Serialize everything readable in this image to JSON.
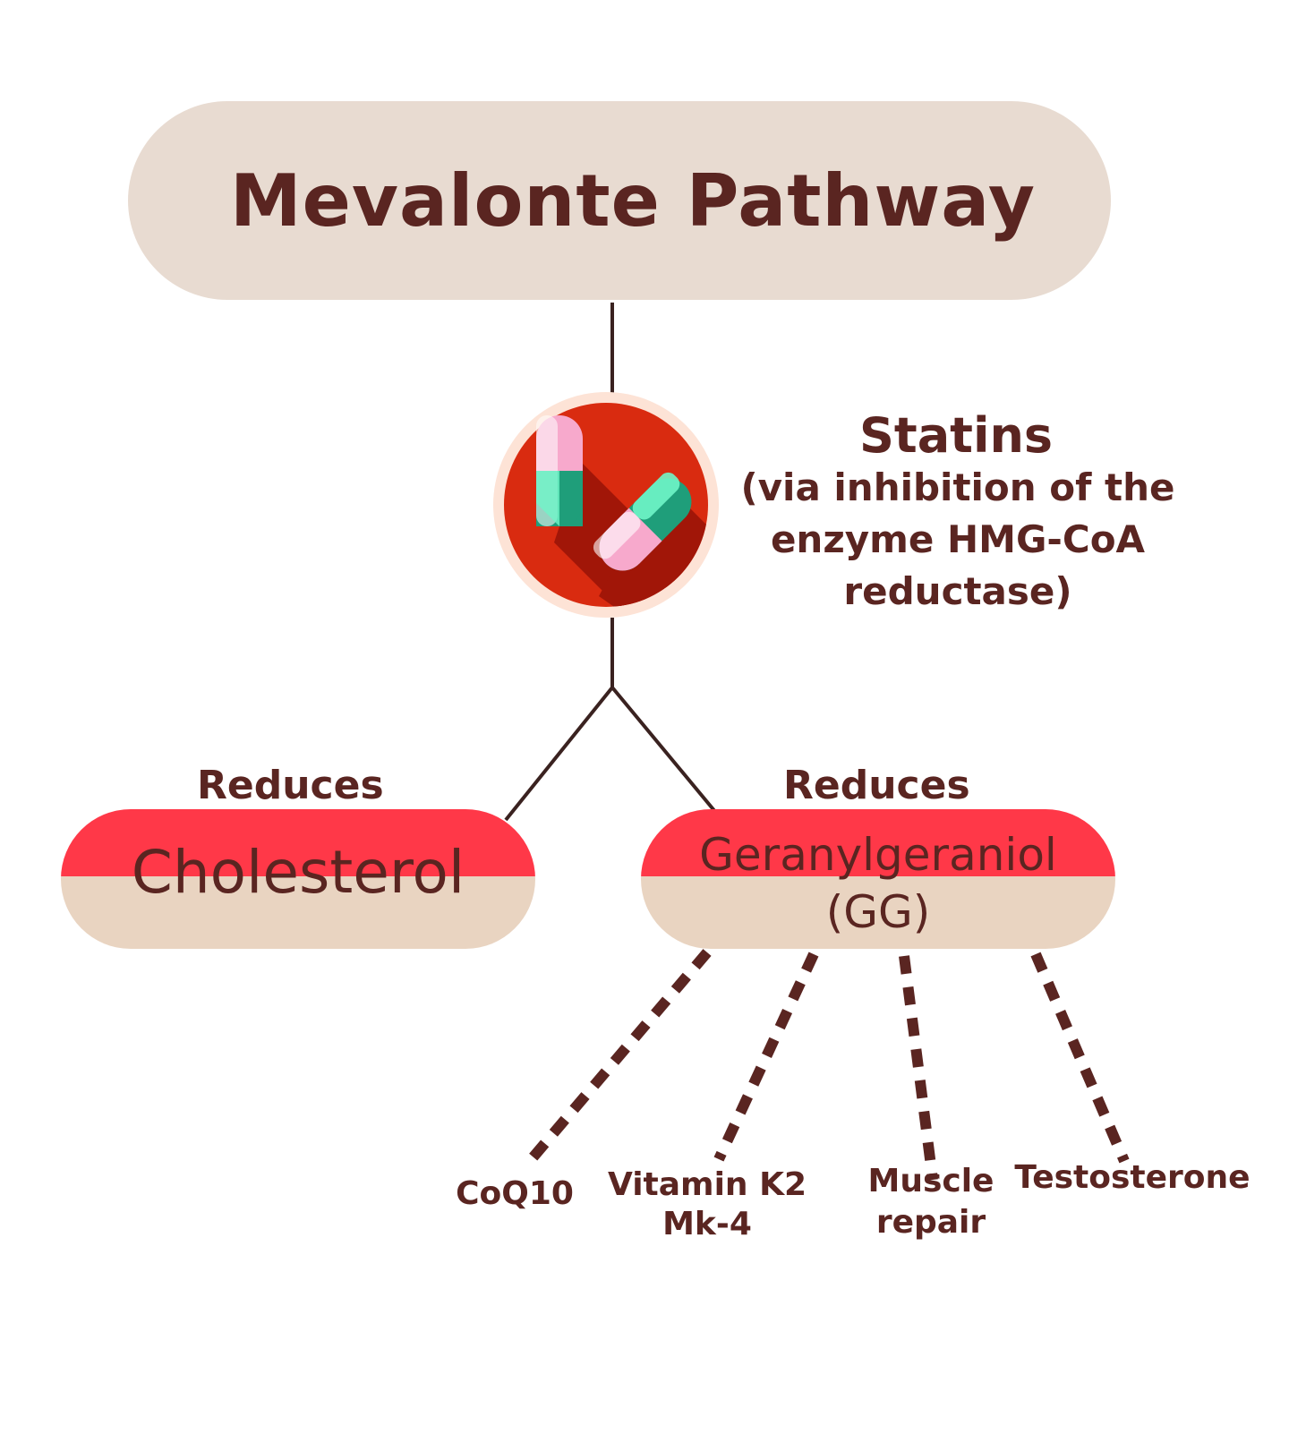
{
  "diagram": {
    "title": "Mevalonte Pathway",
    "statins": {
      "title": "Statins",
      "description_lines": [
        "(via inhibition of the",
        "enzyme HMG-CoA",
        "reductase)"
      ]
    },
    "branches": [
      {
        "effect": "Reduces",
        "target": "Cholesterol"
      },
      {
        "effect": "Reduces",
        "target_lines": [
          "Geranylgeraniol",
          "(GG)"
        ]
      }
    ],
    "gg_outcomes": [
      {
        "lines": [
          "CoQ10"
        ]
      },
      {
        "lines": [
          "Vitamin K2",
          "Mk-4"
        ]
      },
      {
        "lines": [
          "Muscle",
          "repair"
        ]
      },
      {
        "lines": [
          "Testosterone"
        ]
      }
    ],
    "icon": "statin-pills-icon",
    "colors": {
      "title_bg": "#e8dbd1",
      "text": "#5a2521",
      "capsule_red": "#ff3848",
      "capsule_beige": "#e9d4c1",
      "icon_circle": "#d92b10",
      "connector": "#3a2220"
    }
  }
}
